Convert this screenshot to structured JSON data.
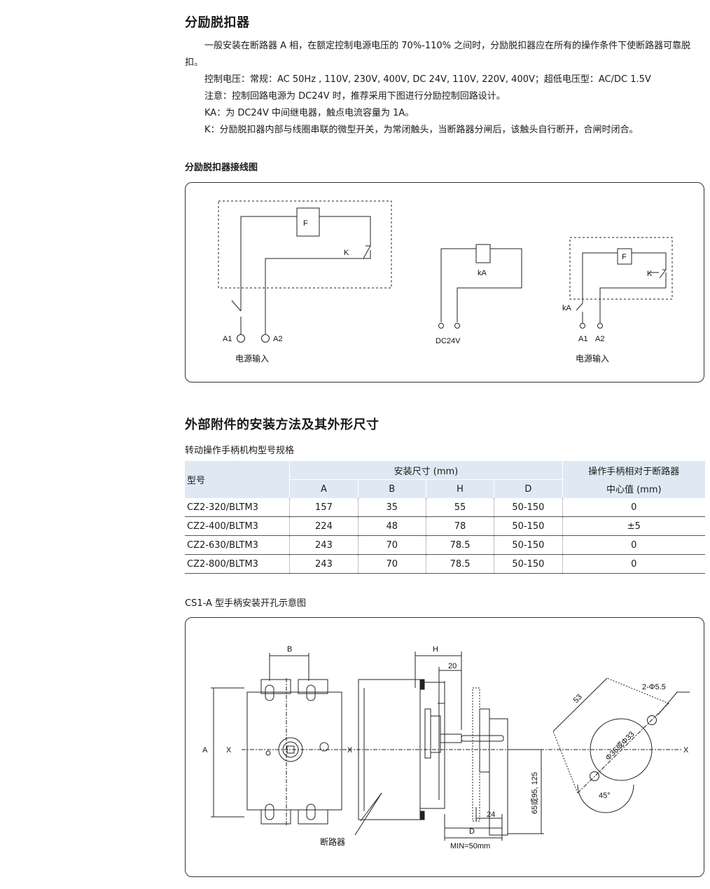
{
  "section1": {
    "title": "分励脱扣器",
    "p1": "一般安装在断路器 A 相，在额定控制电源电压的 70%-110% 之间时，分励脱扣器应在所有的操作条件下使断路器可靠脱扣。",
    "p2": "控制电压：常规：AC 50Hz , 110V, 230V, 400V, DC 24V, 110V, 220V, 400V；超低电压型：AC/DC 1.5V",
    "p3": "注意：控制回路电源为 DC24V 时，推荐采用下图进行分励控制回路设计。",
    "p4": "KA：为 DC24V 中间继电器，触点电流容量为 1A。",
    "p5": "K：分励脱扣器内部与线圈串联的微型开关，为常闭触头，当断路器分闸后，该触头自行断开，合闸时闭合。"
  },
  "wiring": {
    "title": "分励脱扣器接线图",
    "F": "F",
    "K": "K",
    "kA": "kA",
    "A1": "A1",
    "A2": "A2",
    "DC24V": "DC24V",
    "power_input": "电源输入"
  },
  "section2": {
    "title": "外部附件的安装方法及其外形尺寸",
    "subtitle": "转动操作手柄机构型号规格"
  },
  "table": {
    "h_model": "型号",
    "h_install": "安装尺寸 (mm)",
    "h_offset_1": "操作手柄相对于断路器",
    "h_offset_2": "中心值 (mm)",
    "cols": [
      "A",
      "B",
      "H",
      "D"
    ],
    "rows": [
      [
        "CZ2-320/BLTM3",
        "157",
        "35",
        "55",
        "50-150",
        "0"
      ],
      [
        "CZ2-400/BLTM3",
        "224",
        "48",
        "78",
        "50-150",
        "±5"
      ],
      [
        "CZ2-630/BLTM3",
        "243",
        "70",
        "78.5",
        "50-150",
        "0"
      ],
      [
        "CZ2-800/BLTM3",
        "243",
        "70",
        "78.5",
        "50-150",
        "0"
      ]
    ]
  },
  "diagram2": {
    "title": "CS1-A 型手柄安装开孔示意图",
    "B": "B",
    "A": "A",
    "X": "X",
    "H": "H",
    "D": "D",
    "d20": "20",
    "d24": "24",
    "min": "MIN=50mm",
    "breaker": "断路器",
    "d65": "65或95, 125",
    "d53": "53",
    "holes": "2-Φ5.5",
    "dia": "Φ36或Φ33",
    "angle": "45°"
  }
}
